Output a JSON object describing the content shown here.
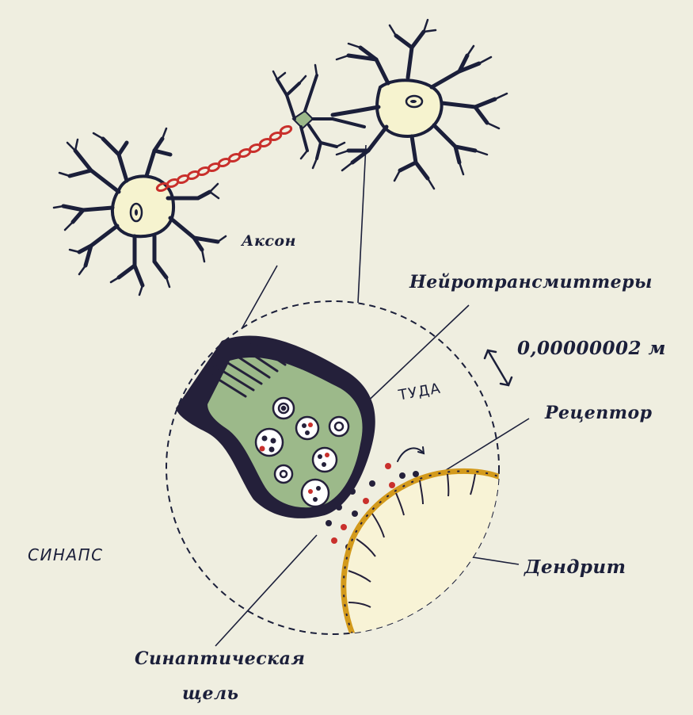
{
  "labels": {
    "axon": "Аксон",
    "neurotransmitters": "Нейротрансмиттеры",
    "distance": "0,00000002 м",
    "direction": "ТУДА",
    "receptor": "Рецептор",
    "synapse": "СИНАПС",
    "dendrite": "Дендрит",
    "cleft_line1": "Синаптическая",
    "cleft_line2": "щель"
  },
  "colors": {
    "background": "#efeee0",
    "ink": "#1b1f3a",
    "cell_body": "#f6f3cf",
    "axon_chain": "#c9302c",
    "vesicle_fill": "#9cb98a",
    "receptor_membrane": "#d39a1c",
    "dendrite_fill": "#f8f3d6",
    "red_molecule": "#c9302c"
  }
}
